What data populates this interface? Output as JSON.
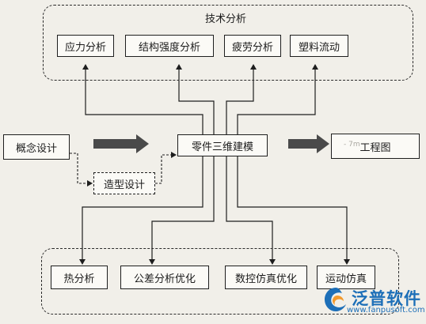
{
  "top_group": {
    "title": "技术分析",
    "items": [
      "应力分析",
      "结构强度分析",
      "疲劳分析",
      "塑料流动"
    ]
  },
  "middle": {
    "concept": "概念设计",
    "styling": "造型设计",
    "modeling": "零件三维建模",
    "drawing": "工程图",
    "drawing_mark": "- 7m"
  },
  "bottom_group": {
    "items": [
      "热分析",
      "公差分析优化",
      "数控仿真优化",
      "运动仿真"
    ]
  },
  "logo": {
    "name": "泛普软件",
    "url": "www.fanpusoft.com",
    "colors": {
      "primary": "#1d6fb8",
      "accent": "#f29a2e"
    }
  }
}
